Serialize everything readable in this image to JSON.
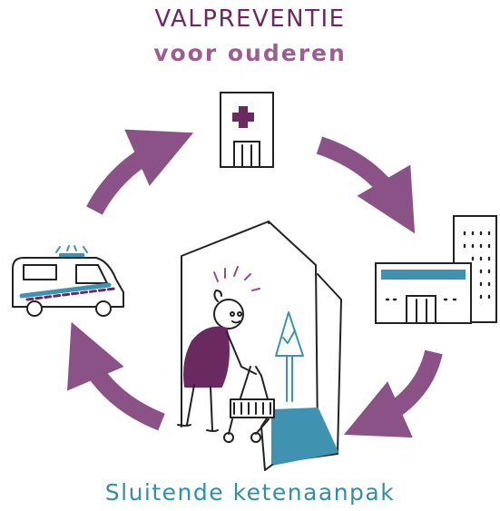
{
  "title": "VALPREVENTIE",
  "subtitle": "voor ouderen",
  "footer": "Sluitende ketenaanpak",
  "colors": {
    "arrow": "#8a5287",
    "title": "#6a2a62",
    "subtitle": "#9a5e93",
    "footer": "#2f8fa8",
    "teal": "#3f93b0",
    "purple_fill": "#6b2a5f"
  },
  "icons": [
    "hospital-icon",
    "clinic-building-icon",
    "ambulance-icon",
    "elderly-person-with-walker-icon",
    "home-icon",
    "warning-sign-icon"
  ]
}
